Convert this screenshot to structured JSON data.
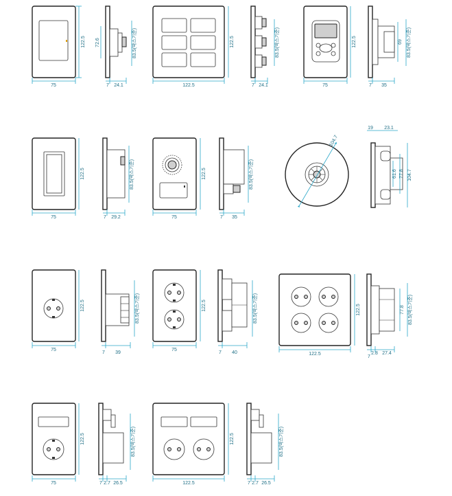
{
  "colors": {
    "dimension": "#2aa7c9",
    "dimension_text": "#1f6f86",
    "outline": "#222222"
  },
  "icons": [
    "switch-1gang-icon",
    "switch-6gang-icon",
    "thermostat-icon",
    "rocker-switch-icon",
    "dimmer-knob-icon",
    "ceiling-detector-icon",
    "socket-icon",
    "socket-2gang-icon",
    "socket-4gang-icon",
    "socket-with-label-icon"
  ],
  "dims": {
    "r1": {
      "a_w": "75",
      "a_h": "122.5",
      "b_h": "72.6",
      "b_box": "83.5(박스기준)",
      "b_t": "7",
      "b_d": "24.1",
      "c_w": "122.5",
      "c_h": "122.5",
      "d_box": "83.5(박스기준)",
      "d_t": "7",
      "d_d": "24.1",
      "e_w": "75",
      "e_h": "122.5",
      "f_h": "69",
      "f_box": "83.5(박스기준)",
      "f_t": "7",
      "f_d": "35"
    },
    "r2": {
      "a_w": "75",
      "a_h": "122.5",
      "b_box": "83.5(박스기준)",
      "b_t": "7",
      "b_d": "29.2",
      "c_w": "75",
      "c_h": "122.5",
      "d_box": "83.5(박스기준)",
      "d_t": "7",
      "d_d": "35",
      "e_dia": "104.7",
      "f_top1": "19",
      "f_top2": "23.1",
      "f_h1": "61.6",
      "f_h2": "77.8",
      "f_h3": "104.7"
    },
    "r3": {
      "a_w": "75",
      "a_h": "122.5",
      "b_box": "83.5(박스기준)",
      "b_t": "7",
      "b_d": "39",
      "c_w": "75",
      "c_h": "122.5",
      "d_box": "83.5(박스기준)",
      "d_t": "7",
      "d_d": "40",
      "e_w": "122.5",
      "e_h": "122.5",
      "f_h": "77.8",
      "f_box": "83.5(박스기준)",
      "f_t": "7",
      "f_a": "2.8",
      "f_d": "27.4"
    },
    "r4": {
      "a_w": "75",
      "a_h": "122.5",
      "b_box": "83.5(박스기준)",
      "b_t": "7",
      "b_a": "2.7",
      "b_d": "26.5",
      "c_w": "122.5",
      "c_h": "122.5",
      "d_box": "83.5(박스기준)",
      "d_t": "7",
      "d_a": "2.7",
      "d_d": "26.5"
    }
  }
}
